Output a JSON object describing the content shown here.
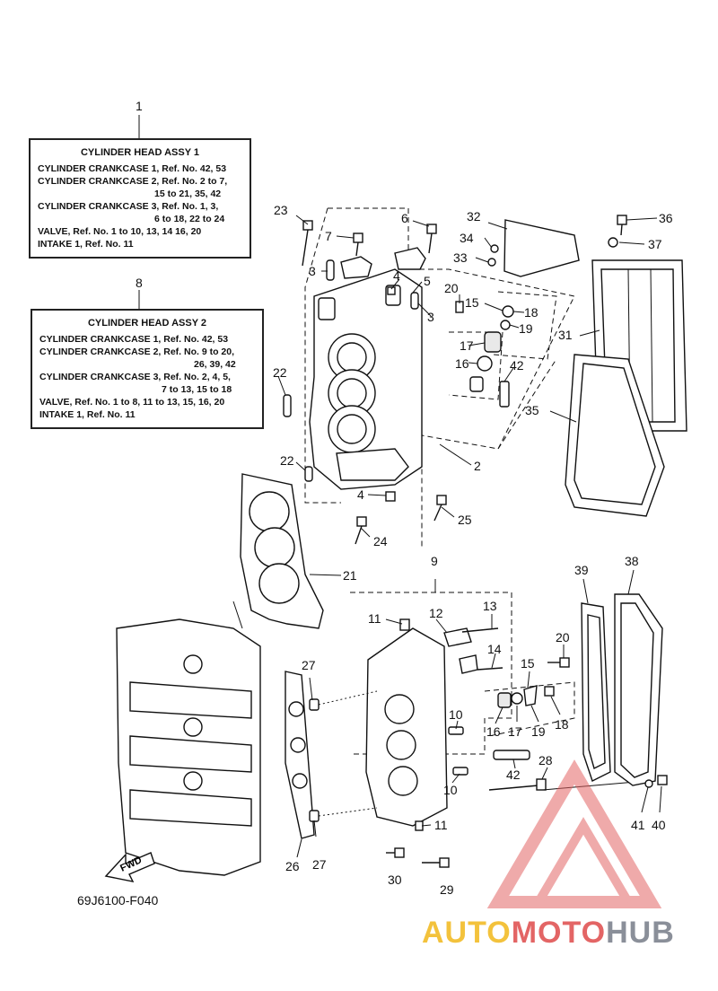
{
  "box1": {
    "ref": "1",
    "title": "CYLINDER HEAD ASSY 1",
    "lines": [
      "CYLINDER CRANKCASE 1,  Ref. No. 42, 53",
      "CYLINDER CRANKCASE 2,  Ref. No. 2 to 7,",
      "15 to 21, 35, 42",
      "CYLINDER CRANKCASE 3,  Ref. No. 1, 3,",
      "6 to 18, 22 to 24",
      "VALVE,  Ref. No. 1 to 10, 13, 14 16, 20",
      "INTAKE 1,  Ref. No. 11"
    ]
  },
  "box2": {
    "ref": "8",
    "title": "CYLINDER HEAD ASSY 2",
    "lines": [
      "CYLINDER CRANKCASE 1,  Ref. No. 42, 53",
      "CYLINDER CRANKCASE 2,  Ref. No. 9 to 20,",
      "26, 39, 42",
      "CYLINDER CRANKCASE 3,  Ref. No. 2, 4, 5,",
      "7 to 13, 15 to 18",
      "VALVE,  Ref. No. 1 to 8, 11 to 13, 15, 16, 20",
      "INTAKE 1,  Ref. No. 11"
    ]
  },
  "labels": {
    "l2": "2",
    "l3a": "3",
    "l3b": "3",
    "l4a": "4",
    "l4b": "4",
    "l5": "5",
    "l6": "6",
    "l7": "7",
    "l9": "9",
    "l10a": "10",
    "l10b": "10",
    "l11a": "11",
    "l11b": "11",
    "l12": "12",
    "l13": "13",
    "l14": "14",
    "l15a": "15",
    "l15b": "15",
    "l16a": "16",
    "l16b": "16",
    "l17a": "17",
    "l17b": "17",
    "l18a": "18",
    "l18b": "18",
    "l19a": "19",
    "l19b": "19",
    "l20a": "20",
    "l20b": "20",
    "l21": "21",
    "l22a": "22",
    "l22b": "22",
    "l23": "23",
    "l24": "24",
    "l25": "25",
    "l26": "26",
    "l27a": "27",
    "l27b": "27",
    "l28": "28",
    "l29": "29",
    "l30": "30",
    "l31": "31",
    "l32": "32",
    "l33": "33",
    "l34": "34",
    "l35": "35",
    "l36": "36",
    "l37": "37",
    "l38": "38",
    "l39": "39",
    "l40": "40",
    "l41": "41",
    "l42a": "42",
    "l42b": "42"
  },
  "fwd_label": "FWD",
  "drawing_code": "69J6100-F040",
  "watermark": {
    "part1": "AUTO",
    "part2": "MOTO",
    "part3": "HUB"
  },
  "colors": {
    "watermark_yellow": "#f3c23c",
    "watermark_red": "#e36565",
    "watermark_gray": "#8a8f99"
  }
}
